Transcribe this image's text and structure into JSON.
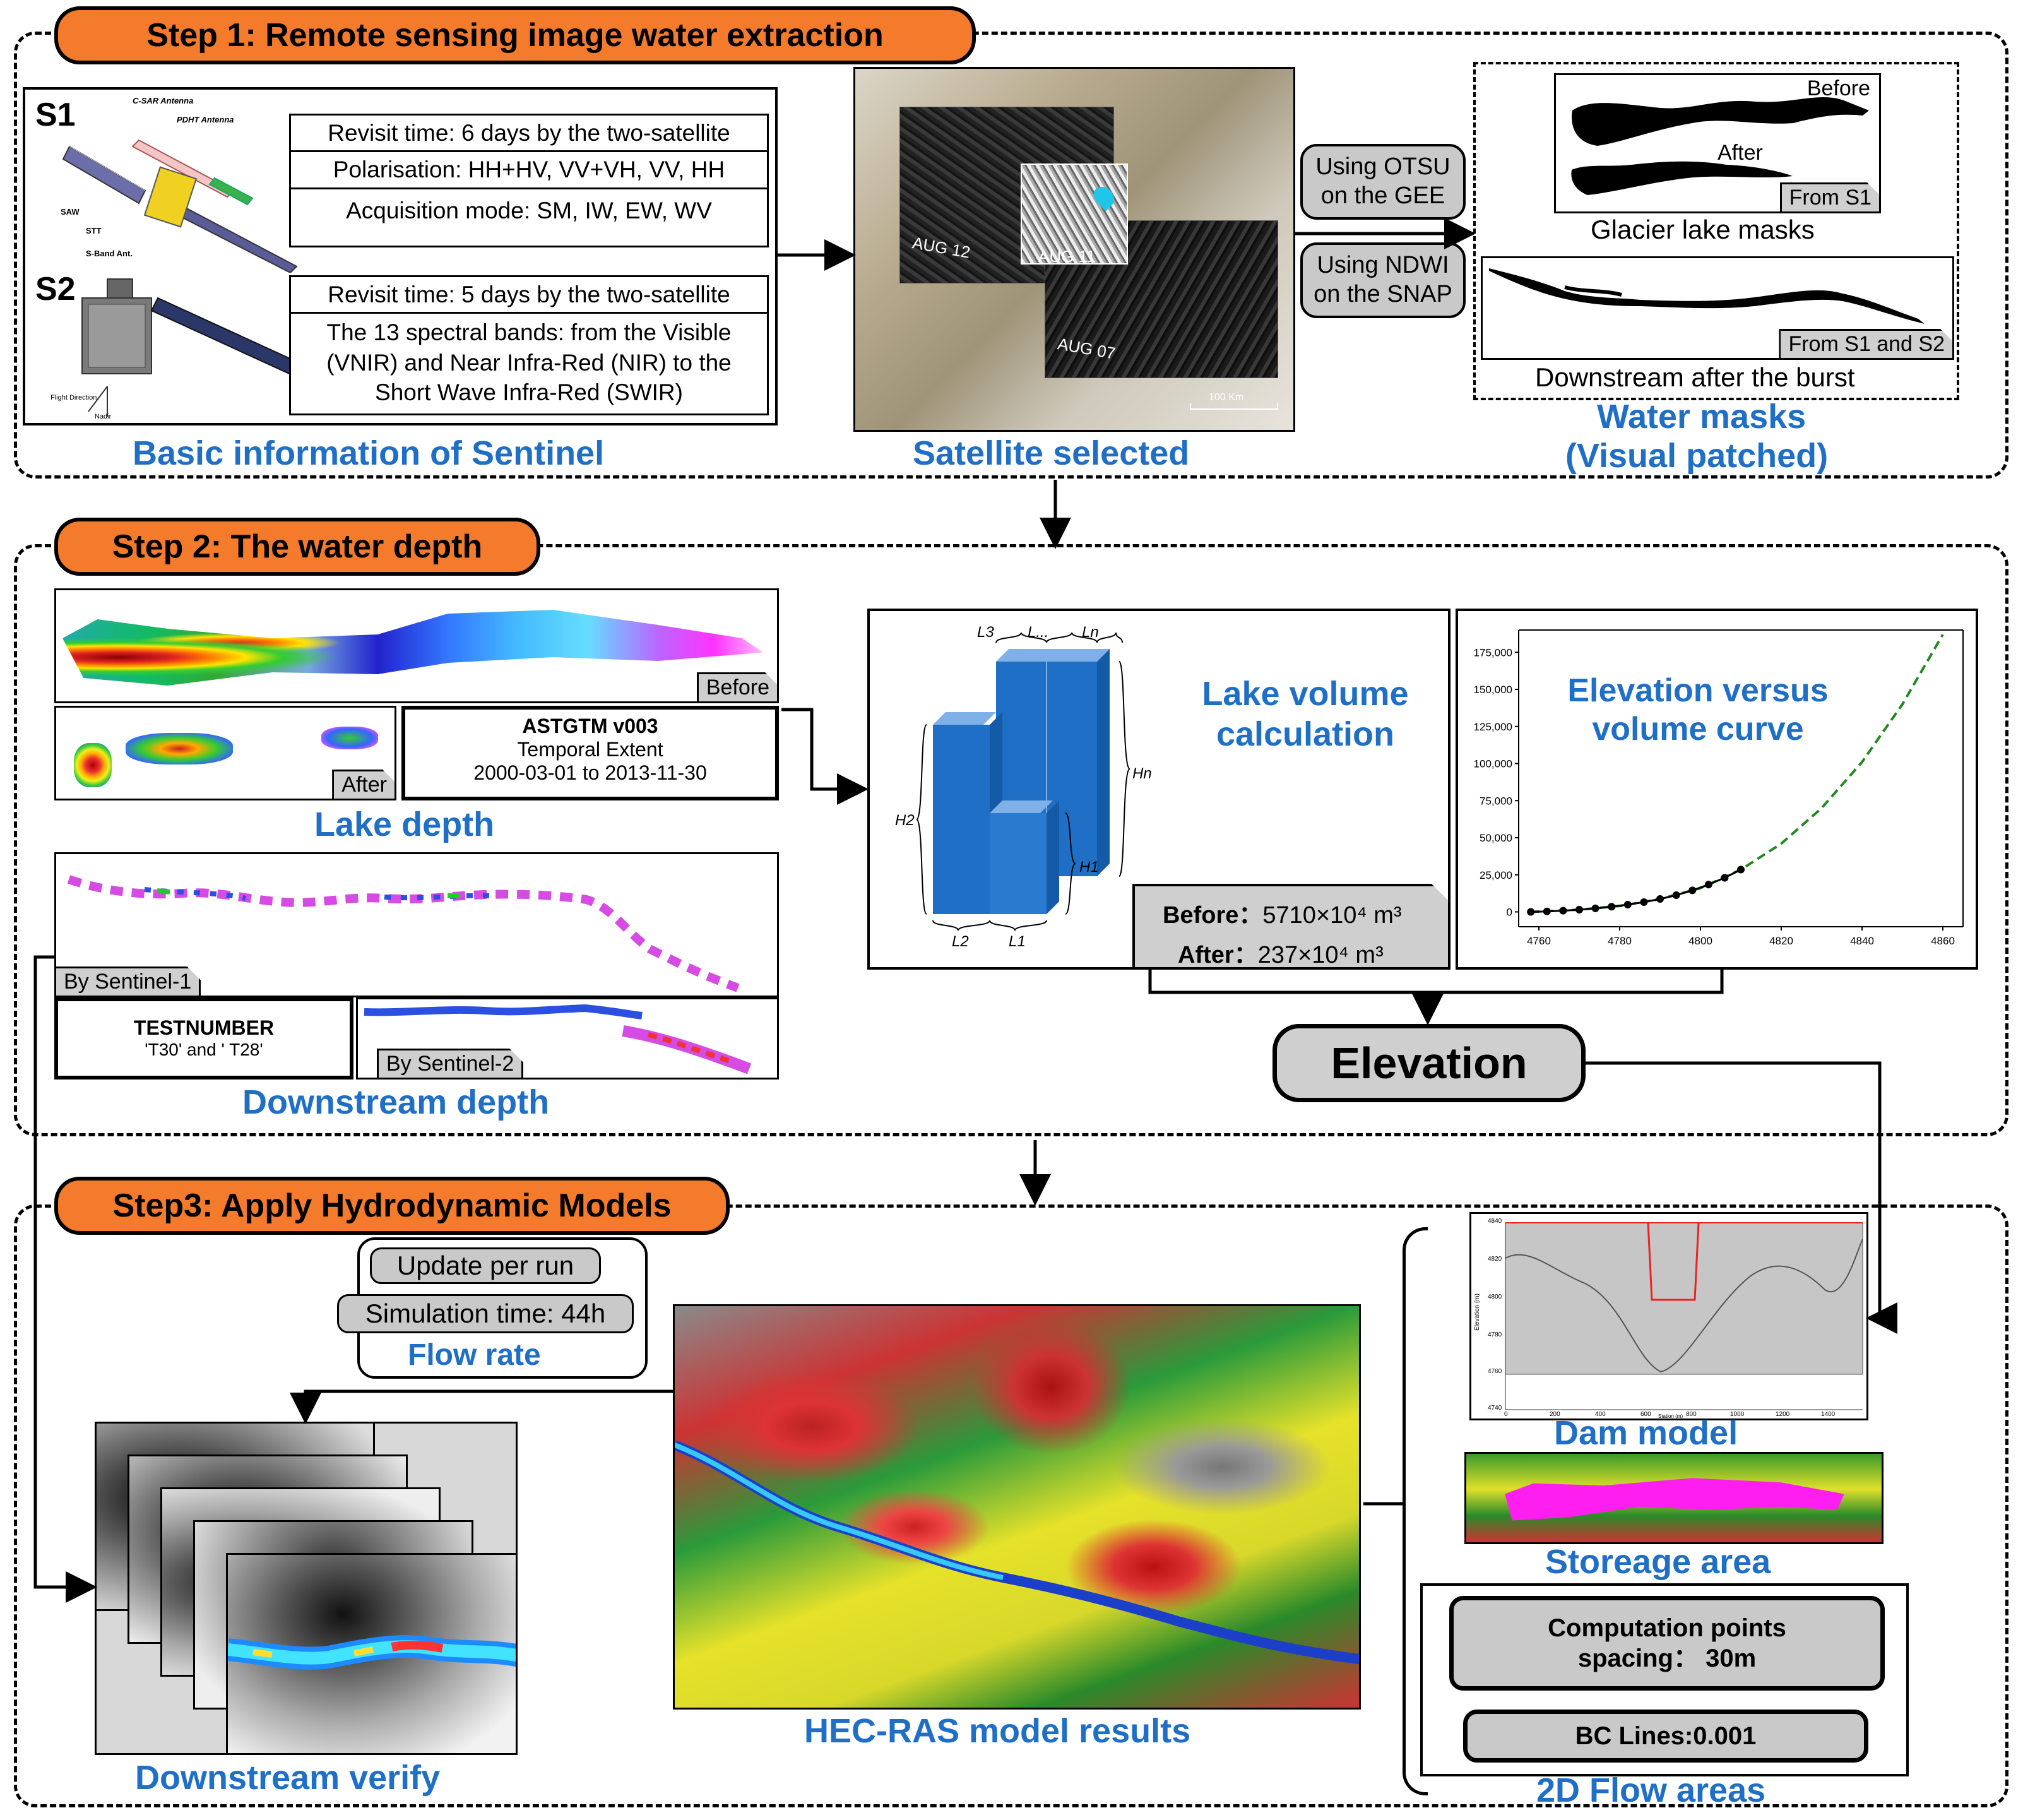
{
  "step1": {
    "title": "Step 1: Remote sensing image  water extraction",
    "s1_label": "S1",
    "s2_label": "S2",
    "s1_parts": [
      "C-SAR Antenna",
      "PDHT Antenna",
      "SAW",
      "STT",
      "S-Band Ant."
    ],
    "s2_parts": [
      "Flight Direction",
      "Nadir"
    ],
    "s1_info": [
      "Revisit time: 6 days by the two-satellite",
      "Polarisation: HH+HV, VV+VH, VV, HH",
      "Acquisition mode: SM, IW, EW, WV"
    ],
    "s2_info": [
      "Revisit time: 5 days by the two-satellite",
      "The 13 spectral bands: from the Visible (VNIR) and Near Infra-Red (NIR) to the Short Wave Infra-Red (SWIR)"
    ],
    "basic_caption": "Basic information of Sentinel",
    "scenes": [
      "AUG 12",
      "AUG 11",
      "AUG 07"
    ],
    "scale": "100 Km",
    "satellite_caption": "Satellite selected",
    "method1": "Using OTSU on the GEE",
    "method2": "Using NDWI on the SNAP",
    "before": "Before",
    "after": "After",
    "from_s1": "From S1",
    "glacier_caption": "Glacier lake masks",
    "from_s1_s2": "From S1 and S2",
    "downstream_caption": "Downstream after the burst",
    "water_masks_caption": "Water masks",
    "visual_patched": "(Visual patched)"
  },
  "step2": {
    "title": "Step 2: The water depth",
    "before_tag": "Before",
    "after_tag": "After",
    "astgtm_title": "ASTGTM v003",
    "astgtm_line1": "Temporal Extent",
    "astgtm_line2": "2000-03-01 to 2013-11-30",
    "lake_depth_caption": "Lake depth",
    "by_s1": "By Sentinel-1",
    "by_s2": "By Sentinel-2",
    "testnumber_title": "TESTNUMBER",
    "testnumber_value": "'T30' and ' T28'",
    "downstream_depth_caption": "Downstream depth",
    "block_labels": [
      "L3",
      "L...",
      "Ln",
      "Hn",
      "H2",
      "H1",
      "L2",
      "L1"
    ],
    "lake_volume_title": "Lake volume calculation",
    "before_volume_label": "Before：",
    "before_volume_value": "5710×10⁴ m³",
    "after_volume_label": "After：",
    "after_volume_value": "237×10⁴ m³",
    "curve_title": "Elevation versus volume curve",
    "elevation_label": "Elevation"
  },
  "chart_data": {
    "type": "line",
    "title": "Elevation versus volume curve",
    "xlabel": "",
    "ylabel": "",
    "xlim": [
      4755,
      4865
    ],
    "ylim": [
      -10000,
      190000
    ],
    "xticks": [
      4760,
      4780,
      4800,
      4820,
      4840,
      4860
    ],
    "xtick_labels": [
      "4760",
      "4780",
      "4800",
      "4820",
      "4840",
      "4860"
    ],
    "yticks": [
      0,
      25000,
      50000,
      75000,
      100000,
      125000,
      150000,
      175000
    ],
    "ytick_labels": [
      "0",
      "25,000",
      "50,000",
      "75,000",
      "100,000",
      "125,000",
      "150,000",
      "175,000"
    ],
    "series": [
      {
        "kind": "points",
        "x": [
          4758,
          4762,
          4766,
          4770,
          4774,
          4778,
          4782,
          4786,
          4790,
          4794,
          4798,
          4802,
          4806,
          4810
        ],
        "y": [
          0,
          300,
          800,
          1500,
          2400,
          3500,
          4900,
          6600,
          8700,
          11300,
          14500,
          18400,
          23000,
          28500
        ]
      },
      {
        "kind": "dashed-fit",
        "x": [
          4758,
          4770,
          4780,
          4790,
          4800,
          4810,
          4820,
          4830,
          4840,
          4850,
          4860
        ],
        "y": [
          0,
          1500,
          4000,
          8700,
          16000,
          28500,
          46000,
          70000,
          101000,
          140000,
          187000
        ]
      }
    ],
    "grid": false,
    "legend": "none"
  },
  "step3": {
    "title": "Step3: Apply Hydrodynamic Models",
    "update_per_run": "Update per run",
    "simulation_time": "Simulation time: 44h",
    "flow_rate_caption": "Flow rate",
    "downstream_verify_caption": "Downstream verify",
    "hecras_caption": "HEC-RAS model results",
    "dam_model_caption": "Dam model",
    "dam_yticks": [
      "4840",
      "4820",
      "4800",
      "4780",
      "4760",
      "4740"
    ],
    "dam_xticks": [
      "0",
      "200",
      "400",
      "600",
      "800",
      "1000",
      "1200",
      "1400"
    ],
    "dam_xlabel": "Station (m)",
    "dam_ylabel": "Elevation (m)",
    "storage_caption": "Storeage area",
    "computation_spacing": "Computation points spacing： 30m",
    "bc_lines": "BC Lines:0.001",
    "flow_areas_caption": "2D Flow areas"
  }
}
